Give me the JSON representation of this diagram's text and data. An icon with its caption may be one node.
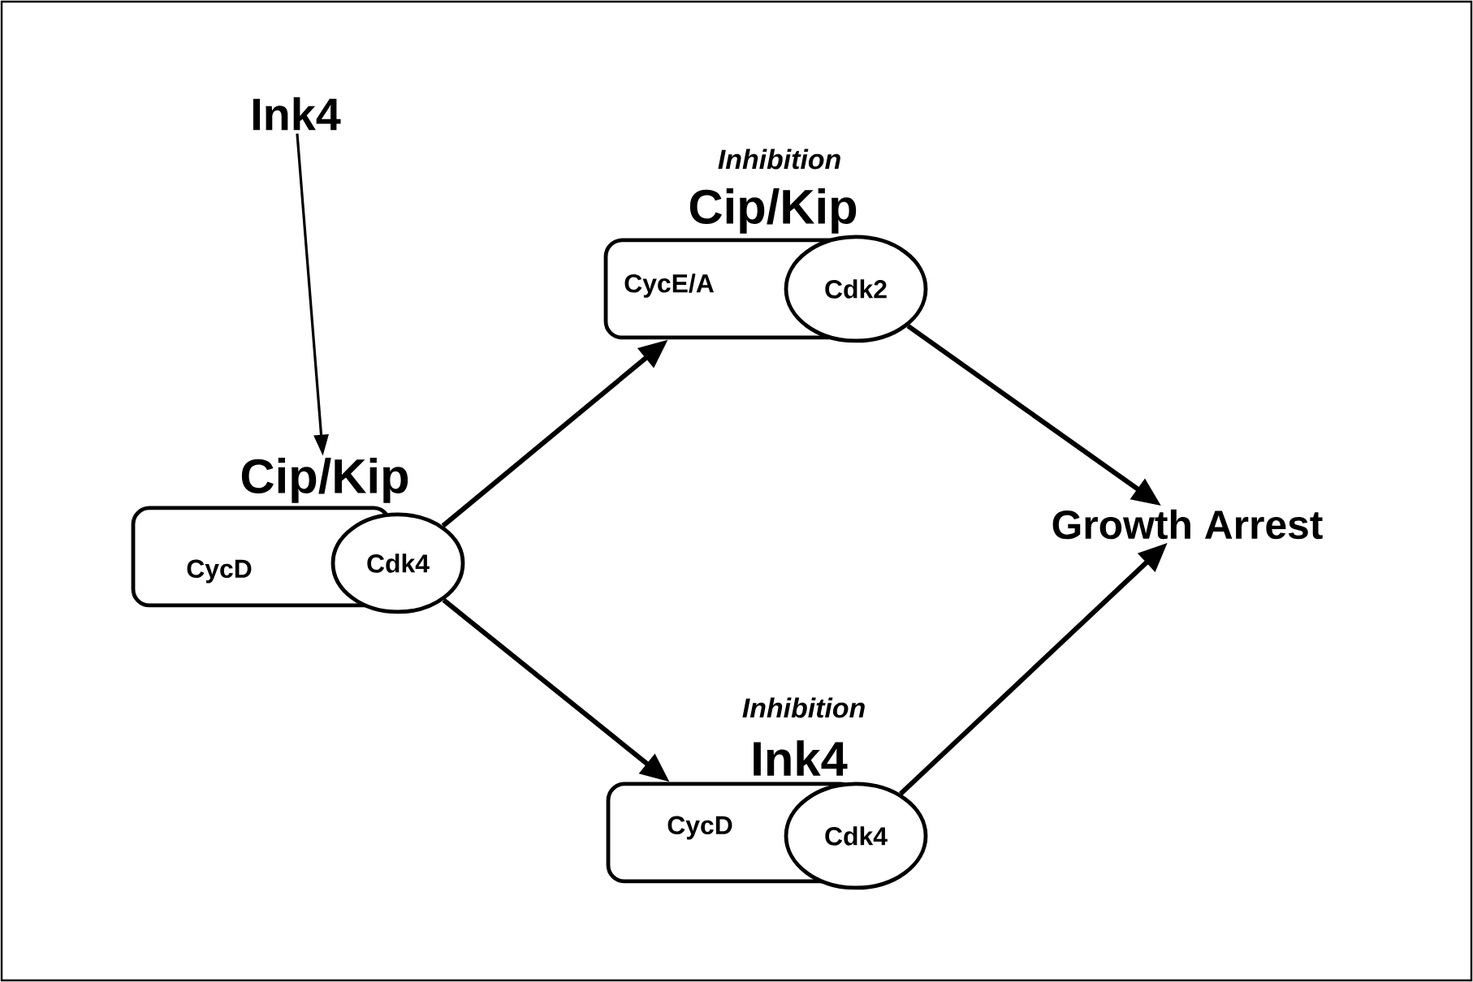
{
  "diagram": {
    "nodes": [
      {
        "text": [
          "Ink4"
        ]
      },
      {
        "text": [
          "Cip/Kip",
          "CycD"
        ]
      },
      {
        "text": [
          "Cdk4"
        ]
      },
      {
        "text": [
          "Inhibition",
          "Cip/Kip",
          "CycE/A"
        ]
      },
      {
        "text": [
          "Cdk2"
        ]
      },
      {
        "text": [
          "Inhibition",
          "Ink4",
          "CycD"
        ]
      },
      {
        "text": [
          "Cdk4"
        ]
      },
      {
        "text": [
          "Growth Arrest"
        ]
      }
    ],
    "edges": [
      {
        "from": 0,
        "to": 1,
        "arrow": "to"
      },
      {
        "from": 2,
        "to": 3,
        "arrow": "to"
      },
      {
        "from": 2,
        "to": 5,
        "arrow": "to"
      },
      {
        "from": 4,
        "to": 7,
        "arrow": "to"
      },
      {
        "from": 6,
        "to": 7,
        "arrow": "to"
      }
    ]
  }
}
